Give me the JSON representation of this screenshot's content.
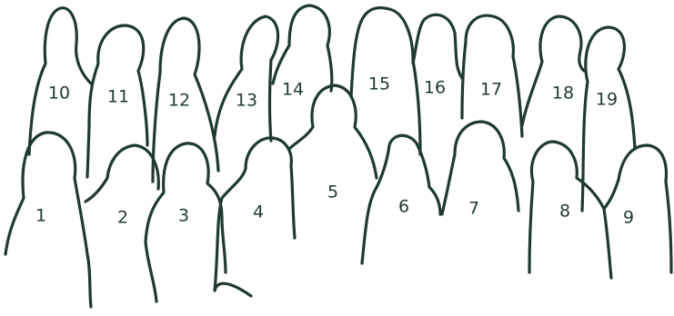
{
  "figures": [
    {
      "number": "1"
    },
    {
      "number": "2"
    },
    {
      "number": "3"
    },
    {
      "number": "4"
    },
    {
      "number": "5"
    },
    {
      "number": "6"
    },
    {
      "number": "7"
    },
    {
      "number": "8"
    },
    {
      "number": "9"
    },
    {
      "number": "10"
    },
    {
      "number": "11"
    },
    {
      "number": "12"
    },
    {
      "number": "13"
    },
    {
      "number": "14"
    },
    {
      "number": "15"
    },
    {
      "number": "16"
    },
    {
      "number": "17"
    },
    {
      "number": "18"
    },
    {
      "number": "19"
    }
  ],
  "colors": {
    "ink": "#1e3b2c",
    "paper": "#ffffff"
  }
}
